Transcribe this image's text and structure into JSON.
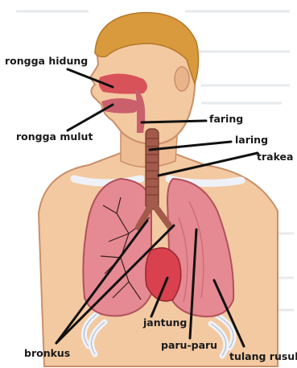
{
  "labels": {
    "rongga_hidung": "rongga hidung",
    "rongga_mulut": "rongga mulut",
    "faring": "faring",
    "laring": "laring",
    "trakea": "trakea",
    "bronkus": "bronkus",
    "jantung": "jantung",
    "paru_paru": "paru-paru",
    "tulang_rusuk": "tulang rusuk"
  },
  "colors": {
    "skin": "#f3c9a2",
    "skin_shadow": "#e3a77d",
    "hair": "#d99a3e",
    "lung": "#e58a92",
    "lung_dark": "#c9606c",
    "heart": "#d8414d",
    "trachea": "#a35a4a",
    "bone": "#eef2f8",
    "text": "#1a1a1a"
  }
}
